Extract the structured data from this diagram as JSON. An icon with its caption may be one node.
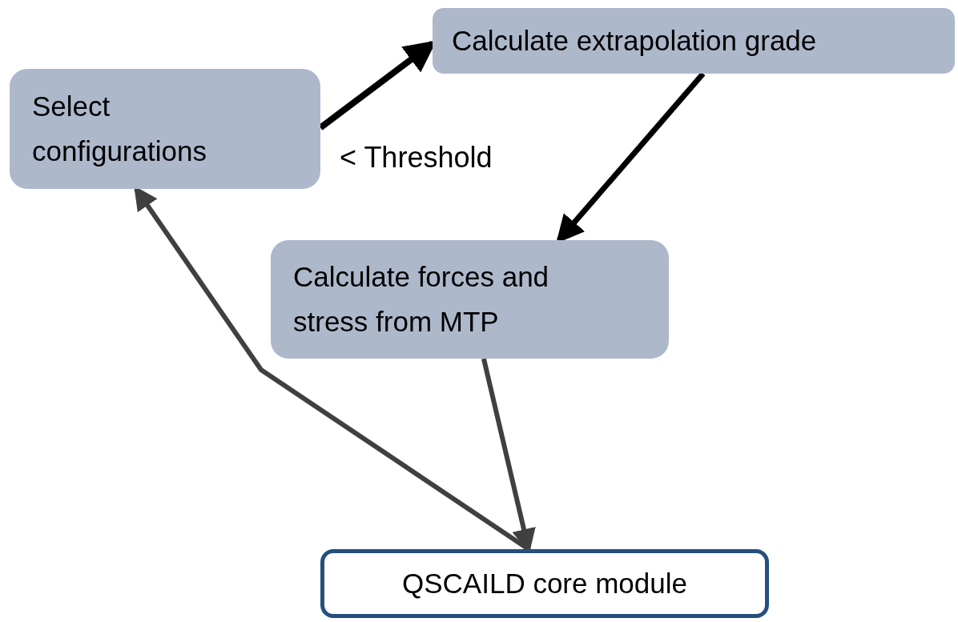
{
  "diagram": {
    "nodes": [
      {
        "text": [
          "Select configurations"
        ]
      },
      {
        "text": [
          "Calculate extrapolation grade"
        ]
      },
      {
        "text": [
          "Calculate forces and stress from MTP"
        ]
      },
      {
        "text": [
          "QSCAILD core module"
        ]
      }
    ],
    "edges": [
      {
        "from": 0,
        "to": 1,
        "arrow": "to"
      },
      {
        "from": 1,
        "to": 2,
        "arrow": "to"
      },
      {
        "from": 2,
        "to": 3,
        "arrow": "to",
        "color": "#404040"
      },
      {
        "from": 3,
        "to": 0,
        "arrow": "to",
        "color": "#404040"
      }
    ],
    "labels": [
      "< Threshold"
    ]
  }
}
